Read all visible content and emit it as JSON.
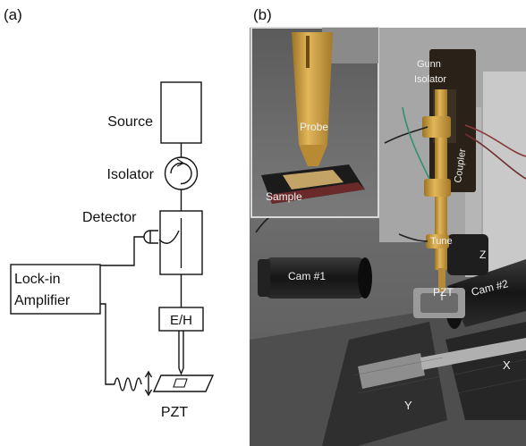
{
  "panel_a": {
    "tag": "(a)",
    "source": "Source",
    "isolator": "Isolator",
    "detector": "Detector",
    "lockin_line1": "Lock-in",
    "lockin_line2": "Amplifier",
    "eh": "E/H",
    "pzt": "PZT"
  },
  "panel_b": {
    "tag": "(b)",
    "gunn": "Gunn",
    "isolator": "Isolator",
    "coupler": "Coupler",
    "probe": "Probe",
    "sample": "Sample",
    "tune": "Tune",
    "z": "Z",
    "cam1": "Cam #1",
    "cam2": "Cam #2",
    "pzt": "PZT",
    "x": "X",
    "y": "Y"
  },
  "colors": {
    "ink": "#111111",
    "bench": "#6f6f6f",
    "brass": "#c99a3c",
    "pcb": "#2a2218"
  }
}
